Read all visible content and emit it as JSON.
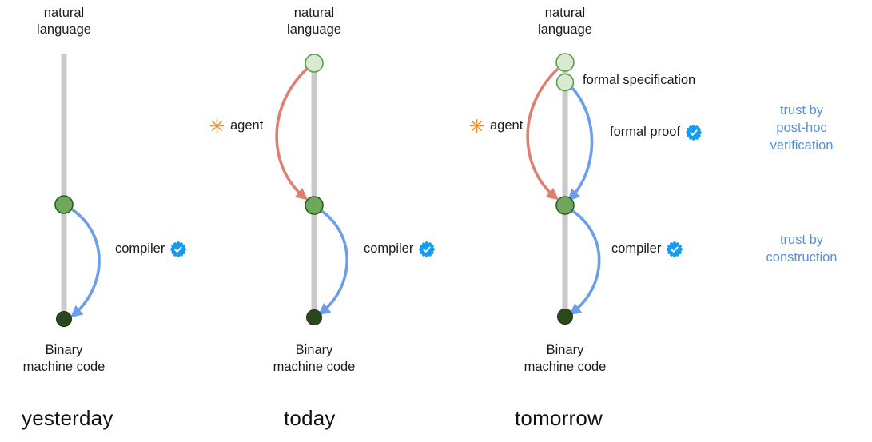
{
  "diagram": {
    "columns": [
      {
        "name": "yesterday",
        "top_label_lines": [
          "natural",
          "language"
        ],
        "bottom_label_lines": [
          "Binary",
          "machine code"
        ],
        "compiler_label": "compiler"
      },
      {
        "name": "today",
        "top_label_lines": [
          "natural",
          "language"
        ],
        "bottom_label_lines": [
          "Binary",
          "machine code"
        ],
        "agent_label": "agent",
        "compiler_label": "compiler"
      },
      {
        "name": "tomorrow",
        "top_label_lines": [
          "natural",
          "language"
        ],
        "bottom_label_lines": [
          "Binary",
          "machine code"
        ],
        "agent_label": "agent",
        "formal_specification_label": "formal specification",
        "formal_proof_label": "formal proof",
        "compiler_label": "compiler"
      }
    ],
    "notes": {
      "post_hoc_lines": [
        "trust by",
        "post-hoc",
        "verification"
      ],
      "construction_lines": [
        "trust by",
        "construction"
      ]
    },
    "palette": {
      "timeline_bar": "#c9c9c9",
      "node_light_fill": "#d9ead3",
      "node_light_stroke": "#5d9949",
      "node_mid_fill": "#6fa85a",
      "node_mid_stroke": "#2d5c22",
      "node_dark_fill": "#2b481d",
      "arrow_blue": "#6d9eeb",
      "arrow_red": "#dd8070",
      "verified_badge_blue": "#169bf0",
      "agent_icon_orange": "#f2891c",
      "note_text_blue": "#5b8fd4"
    }
  }
}
